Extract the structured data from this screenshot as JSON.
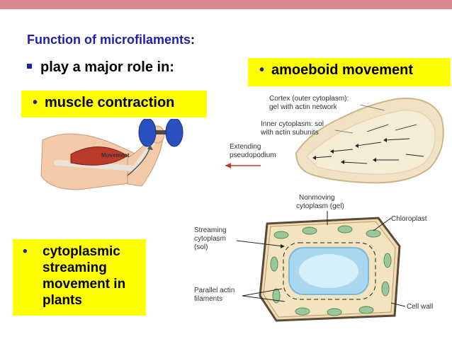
{
  "slide": {
    "title": "Function of microfilaments",
    "title_colon": ":",
    "main_bullet": "play a major role in:",
    "bullet_dot": "•",
    "box_amoeboid": "amoeboid movement",
    "box_muscle": "muscle contraction",
    "box_cyto": "cytoplasmic streaming movement in plants"
  },
  "arm_figure": {
    "movement_label": "Movement"
  },
  "amoeba_figure": {
    "cortex_label_1": "Cortex (outer cytoplasm):",
    "cortex_label_2": "gel with actin network",
    "inner_label_1": "Inner cytoplasm: sol",
    "inner_label_2": "with actin subunits",
    "pseudo_label_1": "Extending",
    "pseudo_label_2": "pseudopodium"
  },
  "plant_cell_figure": {
    "nonmoving_1": "Nonmoving",
    "nonmoving_2": "cytoplasm (gel)",
    "chloroplast": "Chloroplast",
    "streaming_1": "Streaming",
    "streaming_2": "cytoplasm",
    "streaming_3": "(sol)",
    "parallel_1": "Parallel actin",
    "parallel_2": "filaments",
    "cell_wall": "Cell wall"
  },
  "colors": {
    "top_bar": "#d9898e",
    "title_blue": "#1f1fa8",
    "highlight_yellow": "#ffff00"
  }
}
